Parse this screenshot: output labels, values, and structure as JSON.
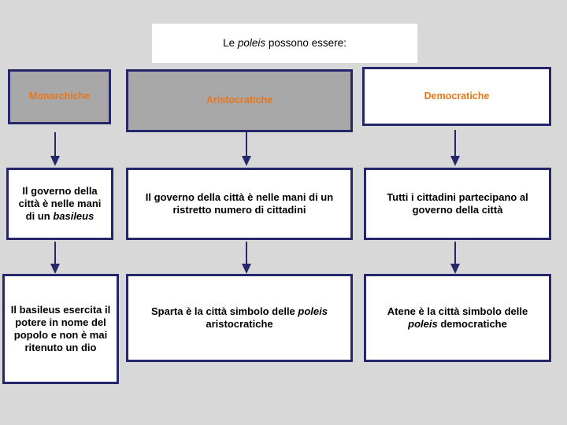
{
  "page": {
    "background_color": "#d8d8d8",
    "border_color": "#26276b",
    "accent_text_color": "#E8761A",
    "gray_fill": "#a8a8a8",
    "white_fill": "#ffffff"
  },
  "title": {
    "text_before": "Le ",
    "text_italic": "poleis",
    "text_after": " possono essere:"
  },
  "columns": [
    {
      "id": "monarchiche",
      "category": {
        "label": "Monarchiche",
        "fill": "gray"
      },
      "definition": {
        "text_before": "Il governo della città è nelle mani di  un ",
        "text_italic": "basileus",
        "text_after": ""
      },
      "detail": {
        "text_before": "Il basileus esercita il potere in nome del popolo e non è mai ritenuto un dio",
        "text_italic": "",
        "text_after": ""
      }
    },
    {
      "id": "aristocratiche",
      "category": {
        "label": "Aristocratiche",
        "fill": "gray"
      },
      "definition": {
        "text_before": "Il governo della città è nelle mani di un ristretto numero di cittadini",
        "text_italic": "",
        "text_after": ""
      },
      "detail": {
        "text_before": "Sparta è la città simbolo delle ",
        "text_italic": "poleis",
        "text_after": " aristocratiche"
      }
    },
    {
      "id": "democratiche",
      "category": {
        "label": "Democratiche",
        "fill": "white"
      },
      "definition": {
        "text_before": "Tutti i cittadini partecipano al governo della città",
        "text_italic": "",
        "text_after": ""
      },
      "detail": {
        "text_before": "Atene è la città simbolo delle ",
        "text_italic": "poleis",
        "text_after": " democratiche"
      }
    }
  ],
  "arrows": {
    "icon_name": "arrow-down-icon",
    "color": "#26276b"
  }
}
